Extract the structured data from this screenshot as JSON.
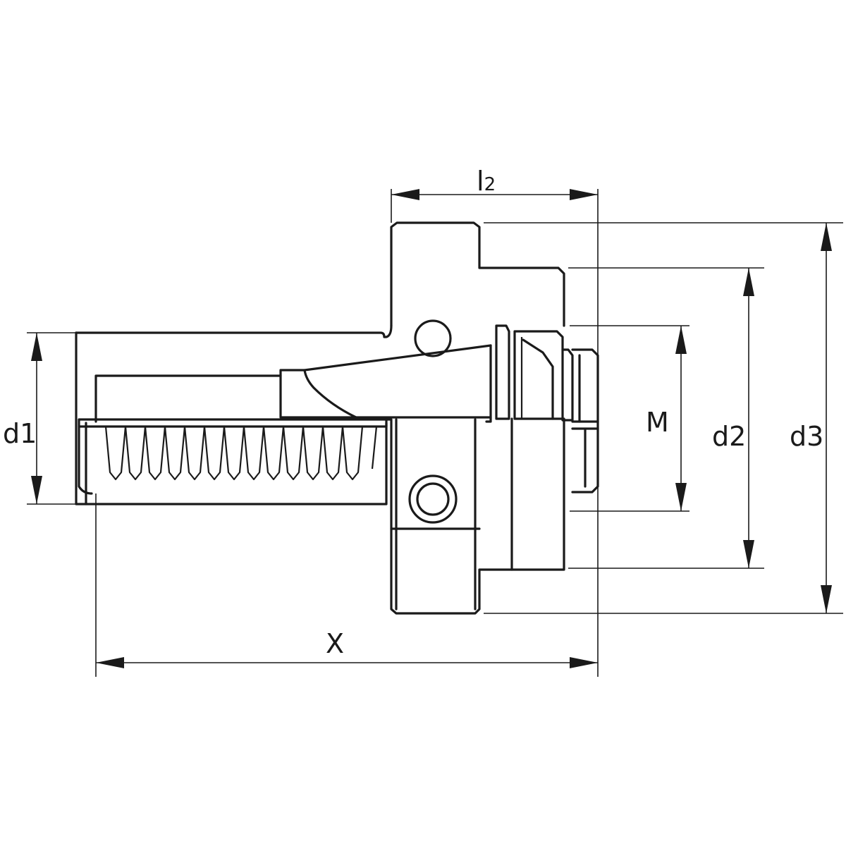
{
  "labels": {
    "l2_main": "l",
    "l2_sub": "2",
    "d1": "d1",
    "d2": "d2",
    "d3": "d3",
    "M": "M",
    "X": "X"
  },
  "icons": {
    "tool_holder": "tool-holder-drawing"
  }
}
